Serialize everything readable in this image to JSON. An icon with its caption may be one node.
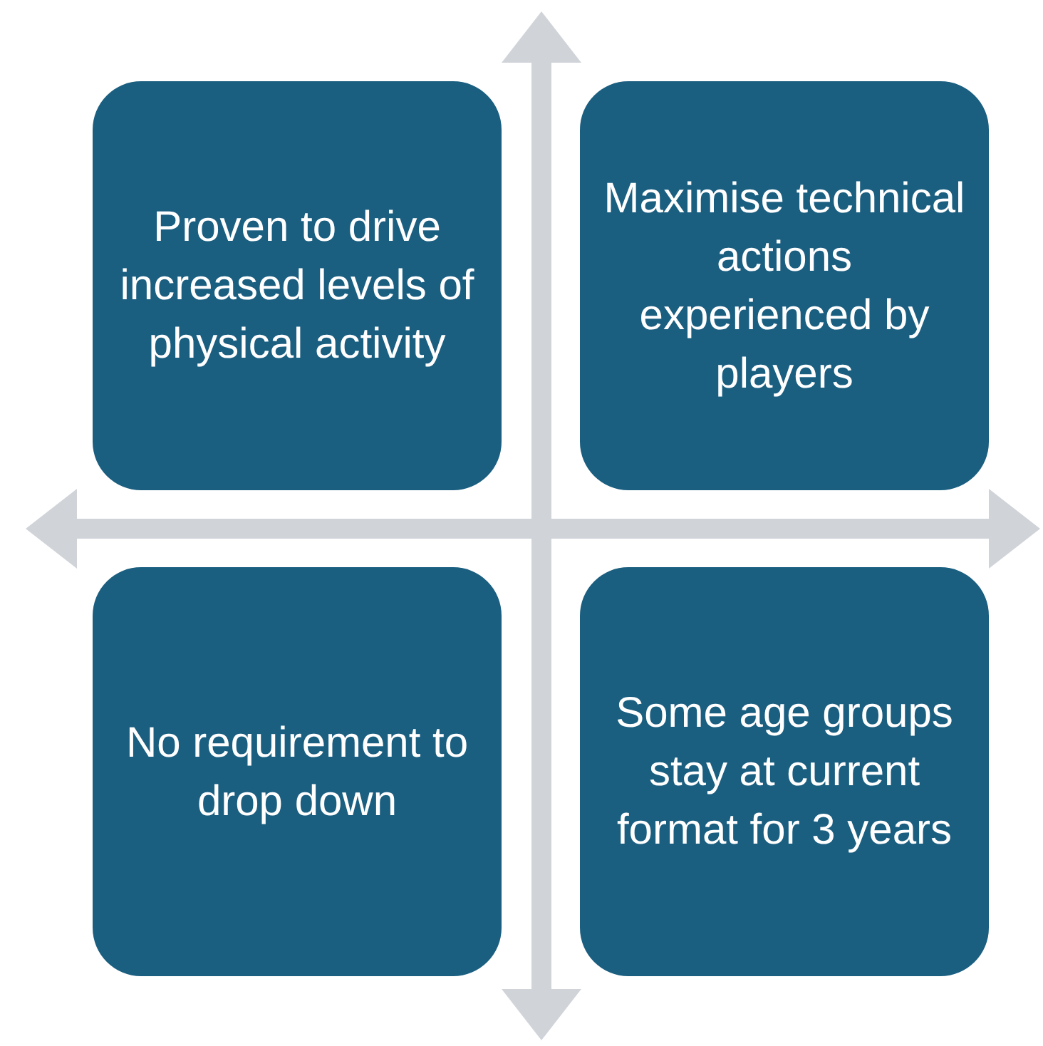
{
  "diagram": {
    "nodes": [
      {
        "text": [
          "Proven to drive increased levels of physical activity"
        ]
      },
      {
        "text": [
          "Maximise technical actions experienced by players"
        ]
      },
      {
        "text": [
          "No requirement to drop down"
        ]
      },
      {
        "text": [
          "Some age groups stay at current format for 3 years"
        ]
      }
    ]
  }
}
